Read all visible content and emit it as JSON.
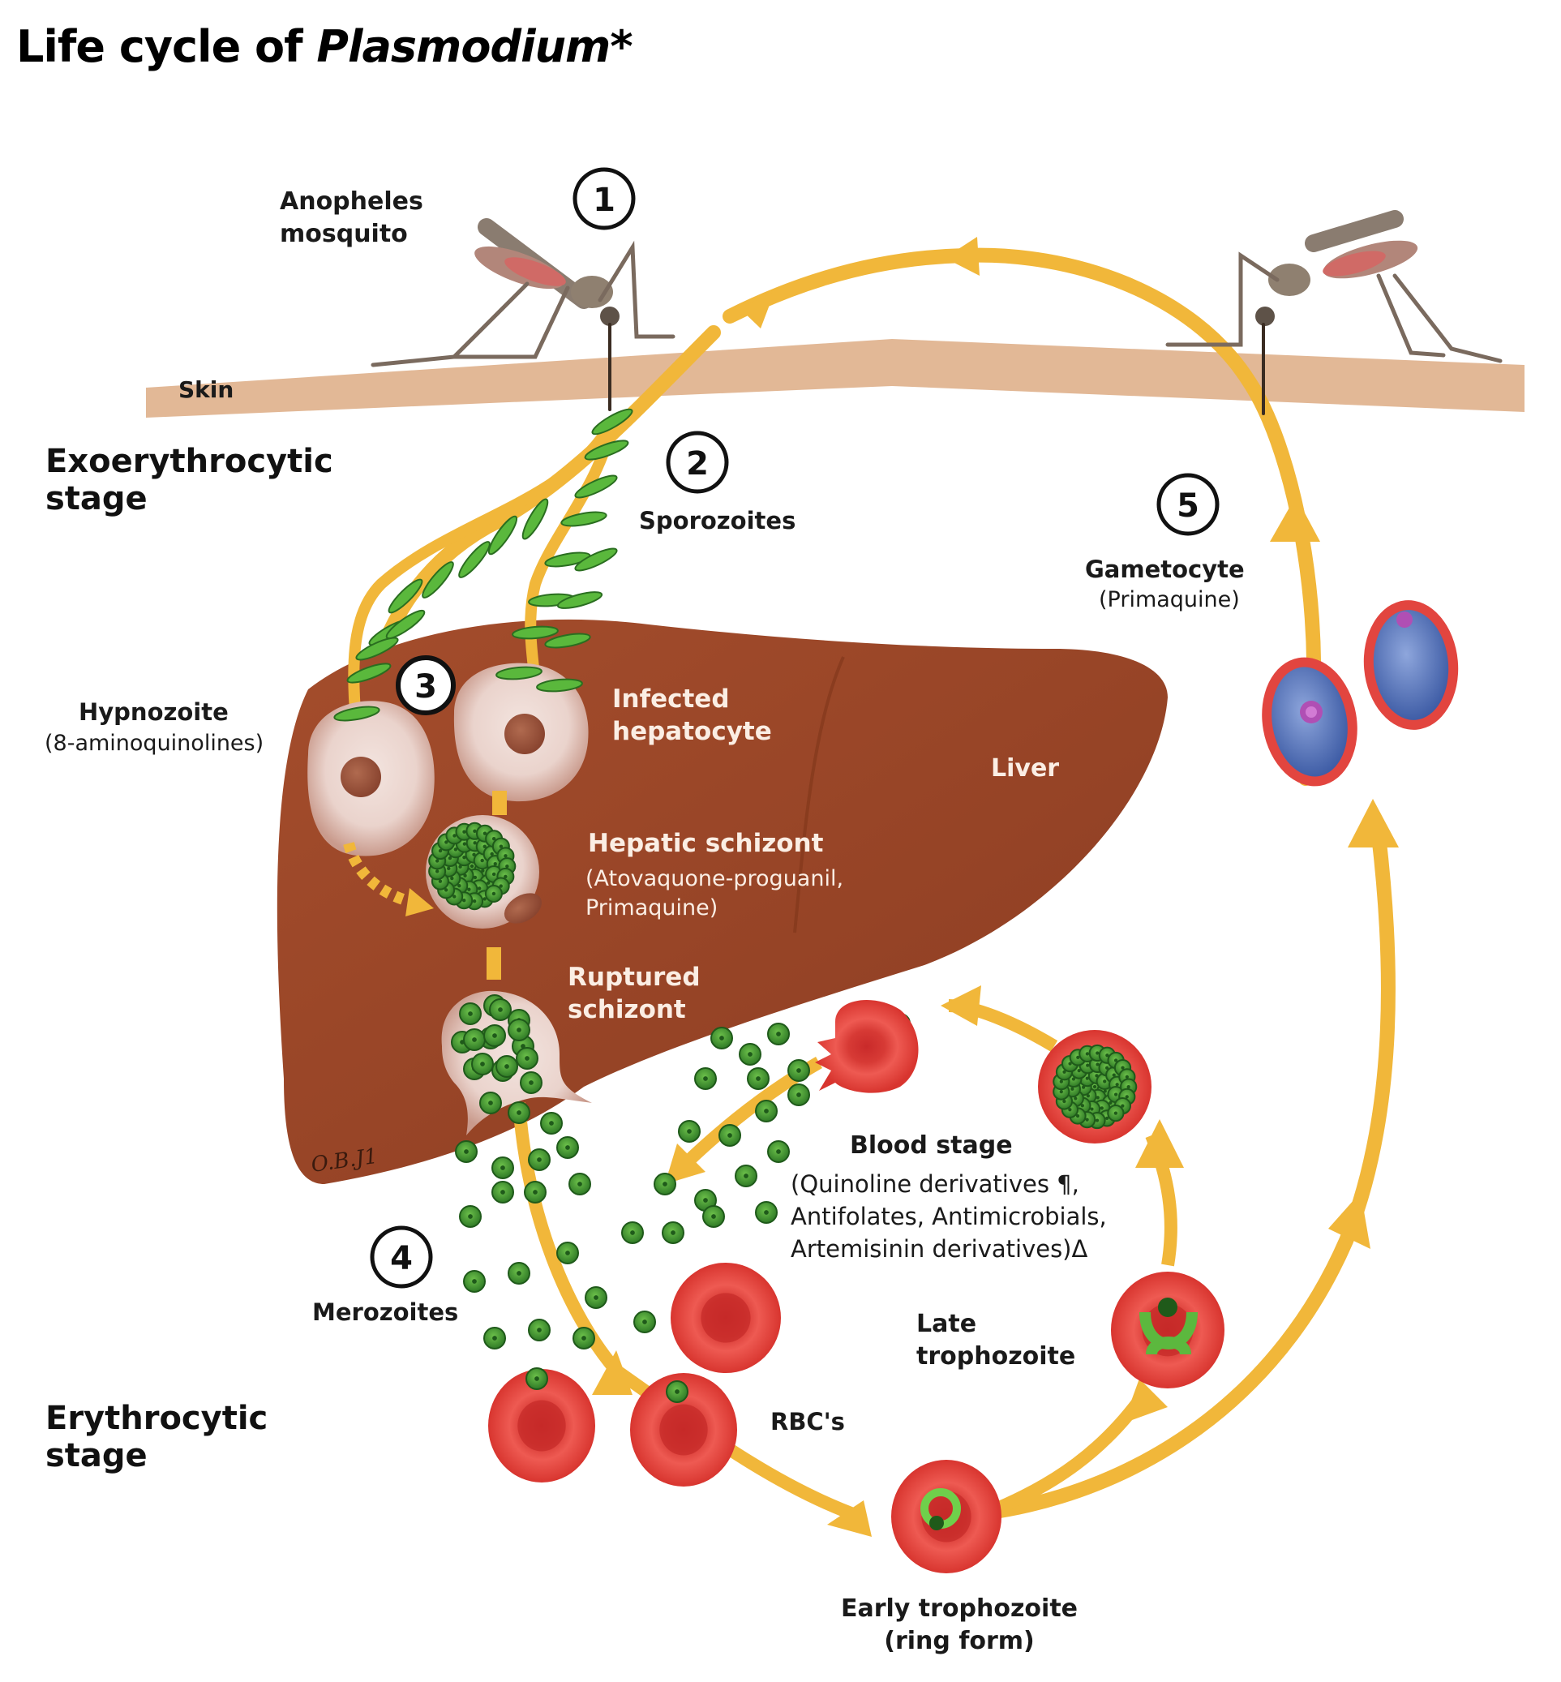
{
  "title": {
    "prefix": "Life cycle of ",
    "italic": "Plasmodium",
    "suffix": "*"
  },
  "stages": {
    "exoerythrocytic": [
      "Exoerythrocytic",
      "stage"
    ],
    "erythrocytic": [
      "Erythrocytic",
      "stage"
    ]
  },
  "labels": {
    "mosquito": [
      "Anopheles",
      "mosquito"
    ],
    "skin": "Skin",
    "sporozoites": "Sporozoites",
    "hypnozoite": "Hypnozoite",
    "hypnozoite_drug": "(8-aminoquinolines)",
    "infected_hepatocyte": [
      "Infected",
      "hepatocyte"
    ],
    "liver": "Liver",
    "hepatic_schizont": "Hepatic schizont",
    "hepatic_schizont_drug": [
      "(Atovaquone-proguanil,",
      " Primaquine)"
    ],
    "ruptured_schizont": [
      "Ruptured",
      "schizont"
    ],
    "merozoites": "Merozoites",
    "blood_stage": "Blood stage",
    "blood_stage_drug": [
      "(Quinoline derivatives ¶,",
      "Antifolates, Antimicrobials,",
      "Artemisinin derivatives)Δ"
    ],
    "rbcs": "RBC's",
    "late_trophozoite": [
      "Late",
      "trophozoite"
    ],
    "early_trophozoite": [
      "Early trophozoite",
      "(ring form)"
    ],
    "gametocyte": "Gametocyte",
    "gametocyte_drug": "(Primaquine)",
    "signature": "O.B.J1"
  },
  "steps": [
    "1",
    "2",
    "3",
    "4",
    "5"
  ],
  "colors": {
    "arrow": "#f1b73a",
    "skin": "#e2b896",
    "liver": "#9c4526",
    "rbc": "#e2453f",
    "parasite": "#4fa33a",
    "gametocyte": "#5a78c0"
  }
}
